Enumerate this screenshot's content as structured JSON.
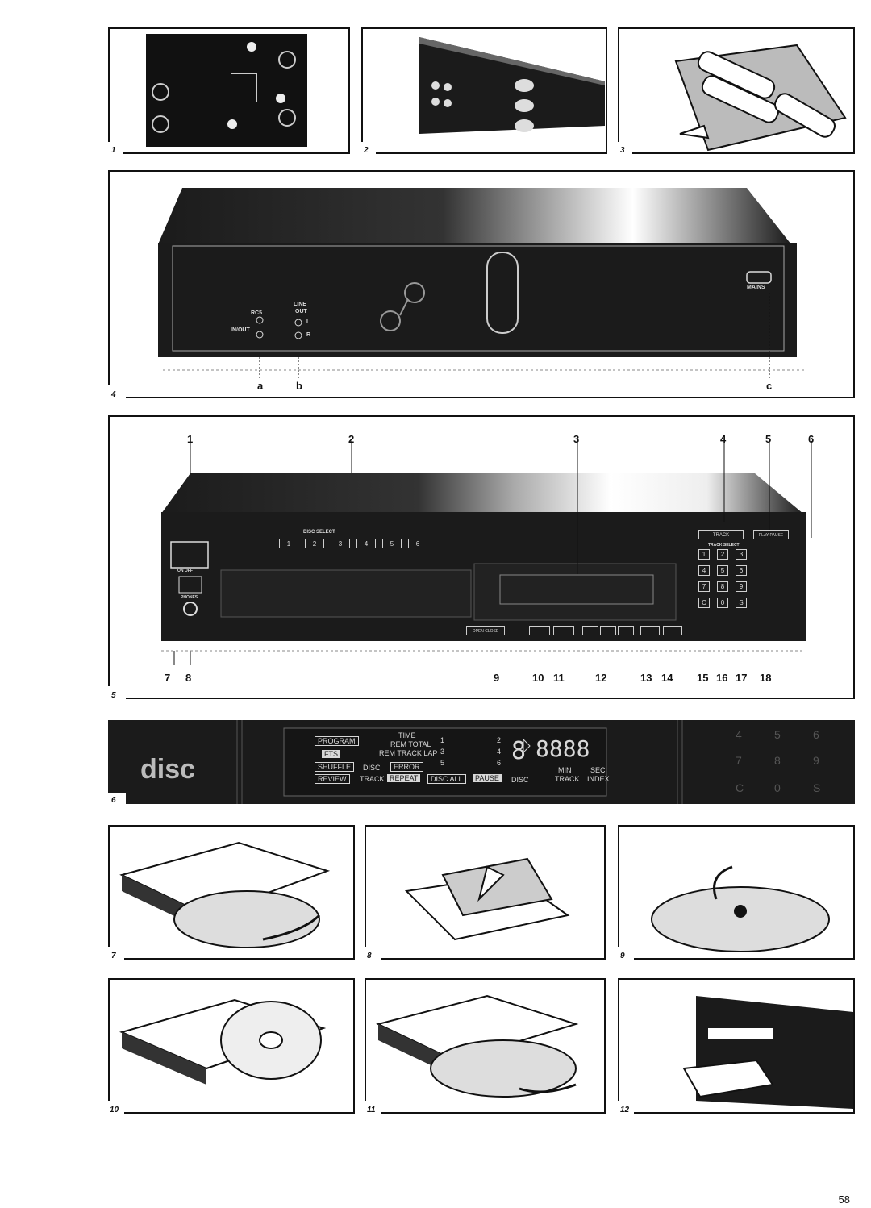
{
  "figures": {
    "f1": "1",
    "f2": "2",
    "f3": "3",
    "f4": "4",
    "f5": "5",
    "f6": "6",
    "f7": "7",
    "f8": "8",
    "f9": "9",
    "f10": "10",
    "f11": "11",
    "f12": "12"
  },
  "rear_panel": {
    "rc5": "RC5",
    "in_out": "IN/OUT",
    "line": "LINE",
    "out": "OUT",
    "l": "L",
    "r": "R",
    "mains": "MAINS",
    "callouts": [
      "a",
      "b",
      "c"
    ]
  },
  "front_panel": {
    "callouts_top": [
      "1",
      "2",
      "3",
      "4",
      "5",
      "6"
    ],
    "callouts_bottom": [
      "7",
      "8",
      "9",
      "10",
      "11",
      "12",
      "13",
      "14",
      "15",
      "16",
      "17",
      "18"
    ],
    "disc_select": "DISC SELECT",
    "disc_buttons": [
      "1",
      "2",
      "3",
      "4",
      "5",
      "6"
    ],
    "on_off": "ON OFF",
    "phones": "PHONES",
    "track": "TRACK",
    "play_pause": "PLAY PAUSE",
    "track_select": "TRACK SELECT",
    "keypad": [
      "1",
      "2",
      "3",
      "4",
      "5",
      "6",
      "7",
      "8",
      "9",
      "C",
      "0",
      "S"
    ],
    "open_close": "OPEN CLOSE"
  },
  "display": {
    "program": "PROGRAM",
    "fts": "FTS",
    "shuffle": "SHUFFLE",
    "review": "REVIEW",
    "time": "TIME",
    "rem_total": "REM TOTAL",
    "rem_track_lap": "REM TRACK LAP",
    "disc": "DISC",
    "error": "ERROR",
    "track": "TRACK",
    "repeat": "REPEAT",
    "disc_all": "DISC ALL",
    "pause": "PAUSE",
    "disc2": "DISC",
    "min": "MIN",
    "track2": "TRACK",
    "sec": "SEC",
    "index": "INDEX",
    "slot_nums": [
      "1",
      "2",
      "3",
      "4",
      "5",
      "6"
    ],
    "keys": [
      "4",
      "5",
      "6",
      "7",
      "8",
      "9",
      "C",
      "0",
      "S"
    ]
  },
  "page_number": "58"
}
